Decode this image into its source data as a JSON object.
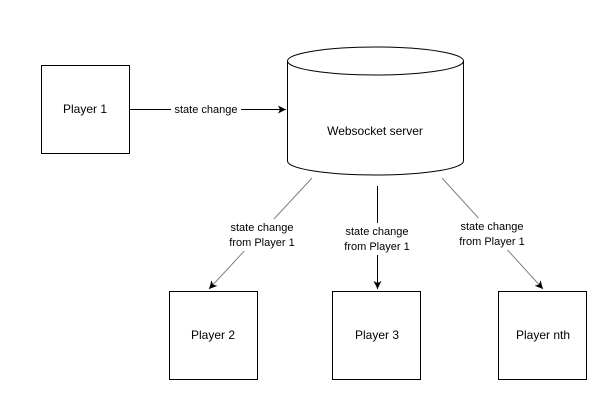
{
  "diagram": {
    "nodes": {
      "player1": {
        "label": "Player 1"
      },
      "server": {
        "label": "Websocket server"
      },
      "player2": {
        "label": "Player 2"
      },
      "player3": {
        "label": "Player 3"
      },
      "playern": {
        "label": "Player nth"
      }
    },
    "edges": {
      "p1_to_server": {
        "label": "state change"
      },
      "server_to_p2": {
        "label_line1": "state change",
        "label_line2": "from Player 1"
      },
      "server_to_p3": {
        "label_line1": "state change",
        "label_line2": "from Player 1"
      },
      "server_to_pn": {
        "label_line1": "state change",
        "label_line2": "from Player 1"
      }
    },
    "colors": {
      "stroke": "#000000",
      "arrow_gray": "#808080",
      "background": "#ffffff"
    }
  }
}
